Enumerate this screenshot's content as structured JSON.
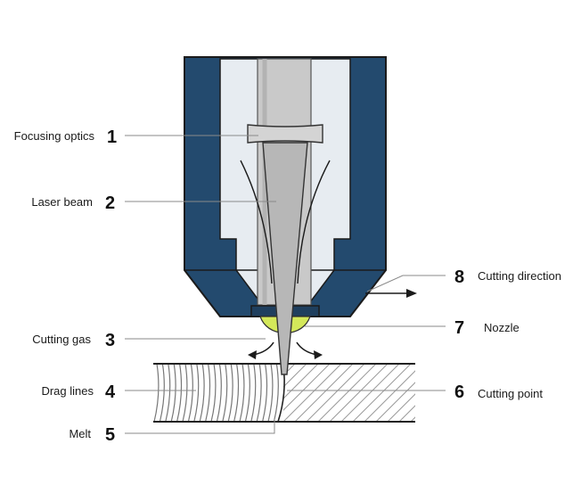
{
  "colors": {
    "housing": "#234a6e",
    "housing_outline": "#1b1b1b",
    "inner_chamber": "#e7ecf1",
    "beam": "#b7b7b7",
    "optic": "#d4d4d4",
    "nozzle_gas": "#d4e85a",
    "drag_lines": "#777777",
    "hatch": "#9a9a9a"
  },
  "labels": [
    {
      "id": "focusing-optics",
      "number": "1",
      "text": "Focusing optics"
    },
    {
      "id": "laser-beam",
      "number": "2",
      "text": "Laser beam"
    },
    {
      "id": "cutting-gas",
      "number": "3",
      "text": "Cutting gas"
    },
    {
      "id": "drag-lines",
      "number": "4",
      "text": "Drag lines"
    },
    {
      "id": "melt",
      "number": "5",
      "text": "Melt"
    },
    {
      "id": "cutting-point",
      "number": "6",
      "text": "Cutting point"
    },
    {
      "id": "nozzle",
      "number": "7",
      "text": "Nozzle"
    },
    {
      "id": "cutting-direction",
      "number": "8",
      "text": "Cutting direction"
    }
  ]
}
